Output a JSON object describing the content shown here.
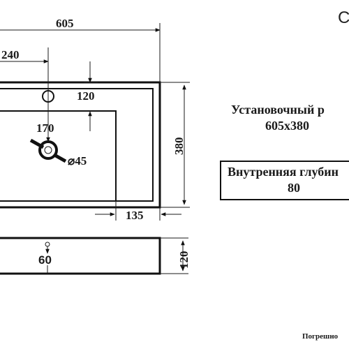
{
  "model_label": "C",
  "dimensions": {
    "overall_width": "605",
    "tap_offset": "240",
    "rim_depth": "120",
    "bowl_depth": "170",
    "drain_diameter": "⌀45",
    "overall_depth": "380",
    "side_offset": "135",
    "overflow_height": "60",
    "height": "120"
  },
  "install_size": {
    "title": "Установочный р",
    "value": "605х380"
  },
  "inner_depth": {
    "title": "Внутренняя глубин",
    "value": "80"
  },
  "footnote": "Погрешно"
}
